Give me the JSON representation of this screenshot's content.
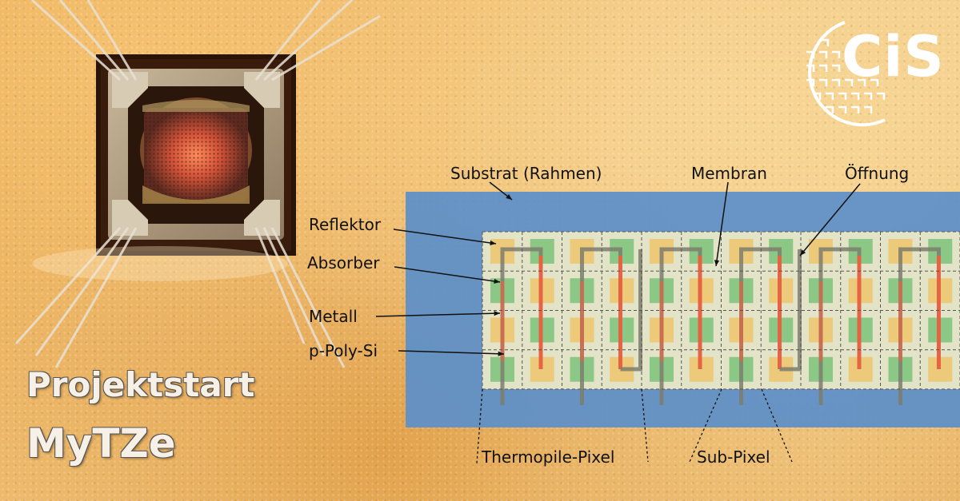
{
  "title": {
    "line1": "Projektstart",
    "line2": "MyTZe"
  },
  "logo": {
    "text": "CiS",
    "icon": "cis-logo-icon"
  },
  "diagram": {
    "labels": {
      "substrat": "Substrat (Rahmen)",
      "membran": "Membran",
      "oeffnung": "Öffnung",
      "reflektor": "Reflektor",
      "absorber": "Absorber",
      "metall": "Metall",
      "ppolysi": "p-Poly-Si",
      "thermopile": "Thermopile-Pixel",
      "subpixel": "Sub-Pixel"
    },
    "colors": {
      "substrate": "#5b8fca",
      "membrane": "#e3e3c8",
      "reflector": "#f0c060",
      "absorber": "#6fbf6f",
      "metal": "#7d7d6d",
      "polysi": "#f06040"
    }
  }
}
